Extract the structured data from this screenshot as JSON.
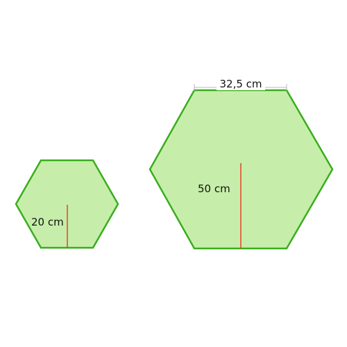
{
  "small_hexagon": {
    "height_label": "20 cm"
  },
  "large_hexagon": {
    "height_label": "50 cm",
    "side_label": "32,5 cm"
  },
  "colors": {
    "fill": "#c6eeaa",
    "outline": "#3aad1c",
    "height_marker": "#e8402a",
    "dimension_marker": "#b8b8b8"
  }
}
